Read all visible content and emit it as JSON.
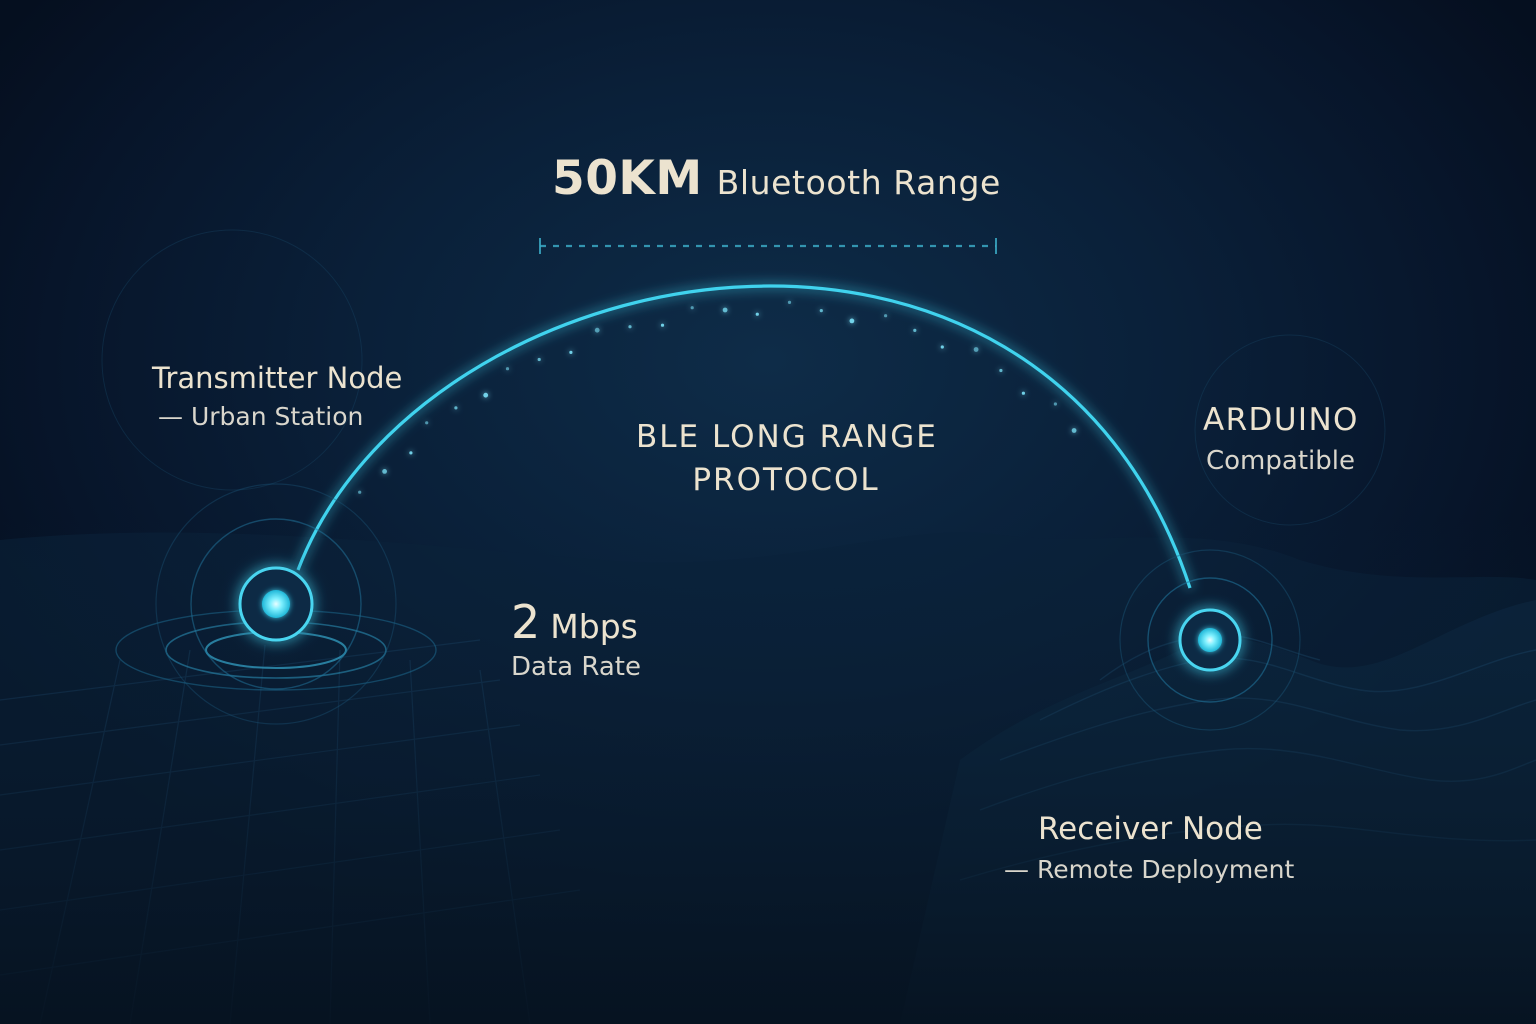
{
  "headline": {
    "value": "50KM",
    "label": "Bluetooth Range"
  },
  "transmitter": {
    "title": "Transmitter Node",
    "subtitle": "— Urban Station"
  },
  "protocol": {
    "line1": "BLE LONG RANGE",
    "line2": "PROTOCOL"
  },
  "compatibility": {
    "title": "ARDUINO",
    "subtitle": "Compatible"
  },
  "data_rate": {
    "value": "2",
    "unit": "Mbps",
    "label": "Data Rate"
  },
  "receiver": {
    "title": "Receiver Node",
    "subtitle": "— Remote Deployment"
  },
  "colors": {
    "background": "#08172a",
    "signal_arc": "#3fd3ee",
    "node_glow": "#5fe6ff",
    "text": "#ece3cf"
  }
}
